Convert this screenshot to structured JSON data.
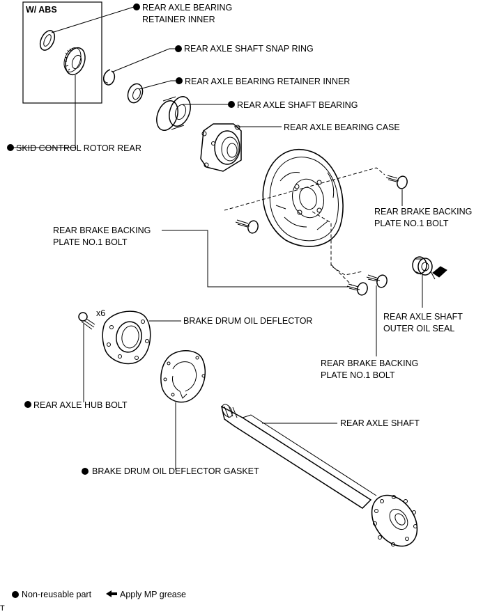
{
  "wabs_box": {
    "title": "W/ ABS"
  },
  "labels": {
    "bearing_retainer_inner_abs_1": "REAR AXLE BEARING",
    "bearing_retainer_inner_abs_2": "RETAINER INNER",
    "snap_ring": "REAR AXLE SHAFT SNAP RING",
    "bearing_retainer_inner": "REAR AXLE BEARING RETAINER INNER",
    "shaft_bearing": "REAR AXLE SHAFT BEARING",
    "bearing_case": "REAR AXLE BEARING CASE",
    "skid_control_rotor": "SKID CONTROL ROTOR REAR",
    "backing_bolt_right_1": "REAR BRAKE BACKING",
    "backing_bolt_right_2": "PLATE NO.1 BOLT",
    "backing_bolt_left_1": "REAR BRAKE BACKING",
    "backing_bolt_left_2": "PLATE NO.1 BOLT",
    "outer_oil_seal_1": "REAR AXLE SHAFT",
    "outer_oil_seal_2": "OUTER OIL SEAL",
    "hub_bolt_qty": "x6",
    "oil_deflector": "BRAKE DRUM OIL DEFLECTOR",
    "backing_bolt_lower_1": "REAR BRAKE BACKING",
    "backing_bolt_lower_2": "PLATE NO.1 BOLT",
    "hub_bolt": "REAR AXLE HUB BOLT",
    "axle_shaft": "REAR AXLE SHAFT",
    "deflector_gasket": "BRAKE DRUM OIL DEFLECTOR GASKET"
  },
  "legend": {
    "non_reusable": "Non-reusable part",
    "apply_grease": "Apply MP grease"
  },
  "corner_mark": "T"
}
